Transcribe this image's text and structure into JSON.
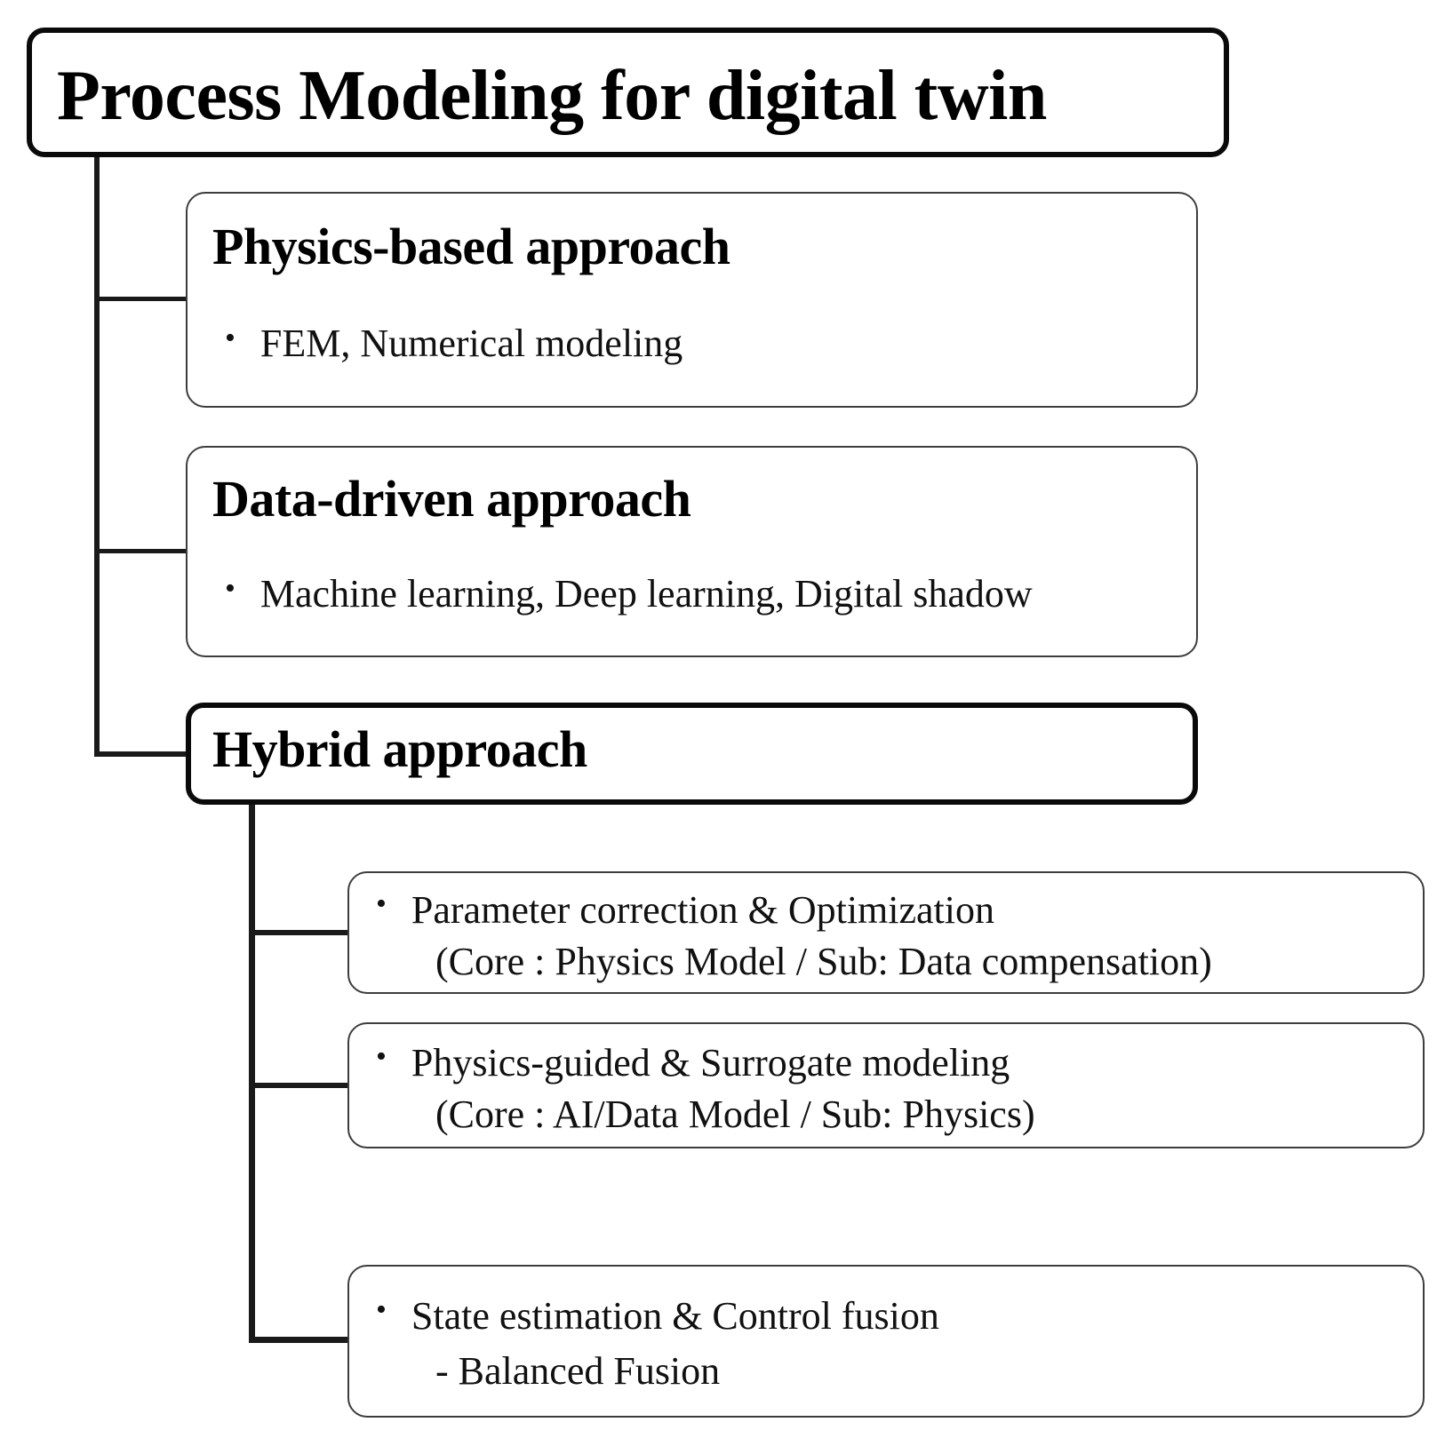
{
  "diagram": {
    "title": "Process Modeling for digital twin",
    "root": {
      "label": "Process Modeling for digital twin"
    },
    "branches": [
      {
        "id": "physics",
        "heading": "Physics-based approach",
        "bullet_glyph": "•",
        "bullets": [
          "FEM, Numerical modeling"
        ]
      },
      {
        "id": "data-driven",
        "heading": "Data-driven approach",
        "bullet_glyph": "•",
        "bullets": [
          "Machine learning, Deep learning, Digital shadow"
        ]
      },
      {
        "id": "hybrid",
        "heading": "Hybrid approach",
        "bullet_glyph": "•",
        "bullets": [],
        "children": [
          {
            "id": "parameter-correction",
            "bullet_glyph": "•",
            "line1": "Parameter correction & Optimization",
            "line2": "(Core : Physics Model  /  Sub: Data compensation)"
          },
          {
            "id": "physics-guided",
            "bullet_glyph": "•",
            "line1": "Physics-guided & Surrogate modeling",
            "line2": "(Core : AI/Data Model  /  Sub: Physics)"
          },
          {
            "id": "state-estimation",
            "bullet_glyph": "•",
            "line1": "State estimation & Control fusion",
            "line2": "- Balanced Fusion"
          }
        ]
      }
    ],
    "colors": {
      "line": "#1a1a1a",
      "thin_border": "#3d3d3d",
      "thick_border": "#0a0a0a",
      "text": "#111111",
      "background": "#ffffff"
    }
  }
}
